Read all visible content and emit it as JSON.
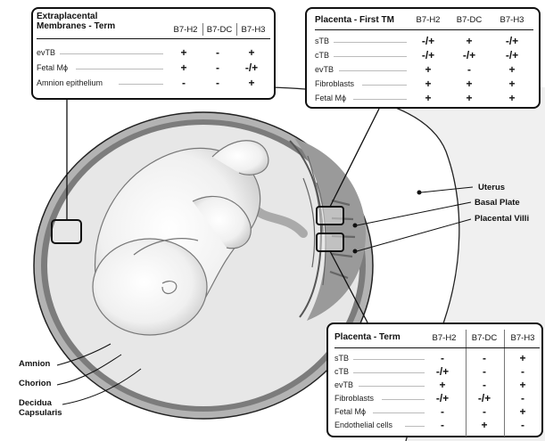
{
  "labels": {
    "uterus": "Uterus",
    "basal_plate": "Basal Plate",
    "placental_villi": "Placental Villi",
    "amnion": "Amnion",
    "chorion": "Chorion",
    "decidua": "Decidua\nCapsularis"
  },
  "tables": {
    "membranes": {
      "title": "Extraplacental\nMembranes - Term",
      "columns": [
        "B7-H2",
        "B7-DC",
        "B7-H3"
      ],
      "rows": [
        {
          "label": "evTB",
          "values": [
            "+",
            "-",
            "+"
          ]
        },
        {
          "label": "Fetal Mϕ",
          "values": [
            "+",
            "-",
            "-/+"
          ]
        },
        {
          "label": "Amnion epithelium",
          "values": [
            "-",
            "-",
            "+"
          ]
        }
      ]
    },
    "first_tm": {
      "title": "Placenta - First TM",
      "columns": [
        "B7-H2",
        "B7-DC",
        "B7-H3"
      ],
      "rows": [
        {
          "label": "sTB",
          "values": [
            "-/+",
            "+",
            "-/+"
          ]
        },
        {
          "label": "cTB",
          "values": [
            "-/+",
            "-/+",
            "-/+"
          ]
        },
        {
          "label": "evTB",
          "values": [
            "+",
            "-",
            "+"
          ]
        },
        {
          "label": "Fibroblasts",
          "values": [
            "+",
            "+",
            "+"
          ]
        },
        {
          "label": "Fetal Mϕ",
          "values": [
            "+",
            "+",
            "+"
          ]
        }
      ]
    },
    "term": {
      "title": "Placenta - Term",
      "columns": [
        "B7-H2",
        "B7-DC",
        "B7-H3"
      ],
      "rows": [
        {
          "label": "sTB",
          "values": [
            "-",
            "-",
            "+"
          ]
        },
        {
          "label": "cTB",
          "values": [
            "-/+",
            "-",
            "-"
          ]
        },
        {
          "label": "evTB",
          "values": [
            "+",
            "-",
            "+"
          ]
        },
        {
          "label": "Fibroblasts",
          "values": [
            "-/+",
            "-/+",
            "-"
          ]
        },
        {
          "label": "Fetal Mϕ",
          "values": [
            "-",
            "-",
            "+"
          ]
        },
        {
          "label": "Endothelial cells",
          "values": [
            "-",
            "+",
            "-"
          ]
        }
      ]
    }
  }
}
